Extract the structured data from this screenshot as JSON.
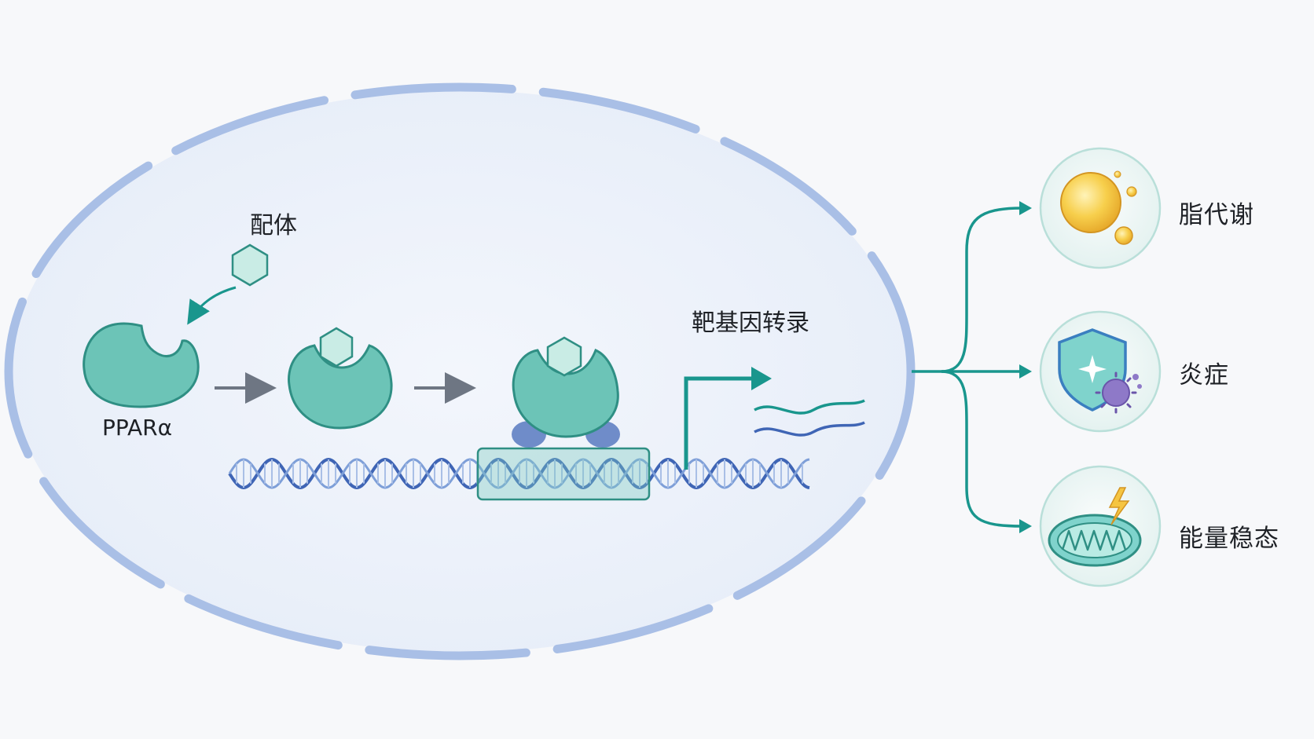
{
  "labels": {
    "ligand": "配体",
    "receptor": "PPARα",
    "transcription": "靶基因转录"
  },
  "outcomes": [
    {
      "label": "脂代谢",
      "icon": "lipid-droplet-icon"
    },
    {
      "label": "炎症",
      "icon": "shield-pathogen-icon"
    },
    {
      "label": "能量稳态",
      "icon": "mitochondrion-lightning-icon"
    }
  ],
  "colors": {
    "membrane": "#a9bfe6",
    "cytoplasm": "#eef3fb",
    "protein": "#6cc4b7",
    "protein_stroke": "#2f8f84",
    "ligand": "#c9ece5",
    "arrow_gray": "#6e7683",
    "arrow_teal": "#19968d",
    "dna": "#3f65b5",
    "dna_light": "#7e9fd8",
    "coactivator": "#6f8cc9",
    "icon_ring": "#e4f3f1"
  }
}
